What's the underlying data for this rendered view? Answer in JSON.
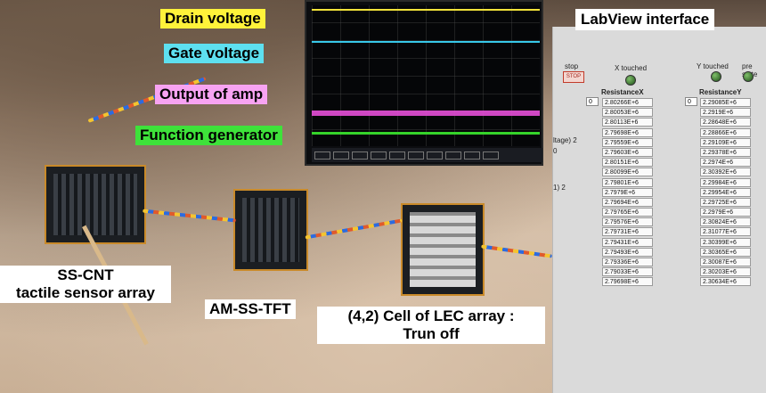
{
  "labels": {
    "drain": "Drain voltage",
    "gate": "Gate voltage",
    "amp": "Output of amp",
    "func": "Function generator",
    "sensor_line1": "SS-CNT",
    "sensor_line2": "tactile sensor array",
    "tft": "AM-SS-TFT",
    "lec_line1": "(4,2) Cell of LEC array :",
    "lec_line2": "Trun off"
  },
  "colors": {
    "drain_trace": "#f1e23a",
    "gate_trace": "#38c8e8",
    "amp_trace": "#e64fd8",
    "func_trace": "#35d42a"
  },
  "labview": {
    "title": "LabView interface",
    "stop_label": "stop",
    "stop_button": "STOP",
    "x_touched": "X touched",
    "y_touched": "Y touched",
    "pre_state": "pre state",
    "resistance_x": "ResistanceX",
    "resistance_y": "ResistanceY",
    "index_x": "0",
    "index_y": "0",
    "side_1": "ltage) 2",
    "side_2": "0",
    "side_3": "1) 2",
    "values_x": [
      "2.80266E+6",
      "2.80053E+6",
      "2.80113E+6",
      "2.79698E+6",
      "2.79559E+6",
      "2.79603E+6",
      "2.80151E+6",
      "2.80099E+6",
      "2.79801E+6",
      "2.7979E+6",
      "2.79694E+6",
      "2.79765E+6",
      "2.79576E+6",
      "2.79731E+6",
      "2.79431E+6",
      "2.79493E+6",
      "2.79336E+6",
      "2.79033E+6",
      "2.79698E+6"
    ],
    "values_y": [
      "2.29085E+6",
      "2.2919E+6",
      "2.28648E+6",
      "2.28866E+6",
      "2.29109E+6",
      "2.29378E+6",
      "2.2974E+6",
      "2.30392E+6",
      "2.29984E+6",
      "2.29954E+6",
      "2.29725E+6",
      "2.2979E+6",
      "2.30824E+6",
      "2.31077E+6",
      "2.30399E+6",
      "2.30365E+6",
      "2.30087E+6",
      "2.30203E+6",
      "2.30634E+6"
    ]
  }
}
